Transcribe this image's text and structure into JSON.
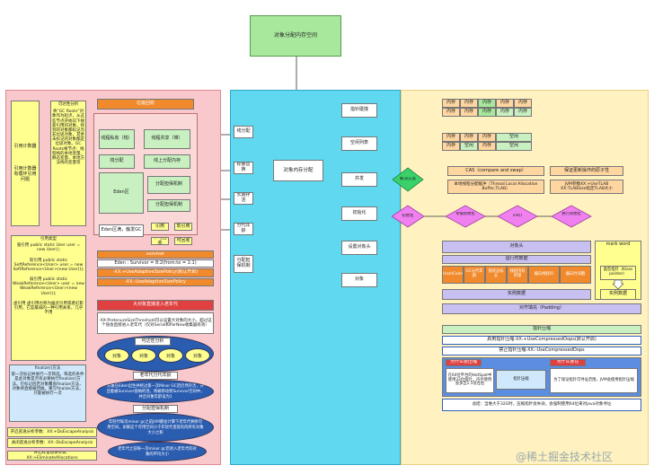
{
  "title": "对象分配内存空间",
  "center": {
    "main": "对象内存分配",
    "items": [
      "线分配",
      "标量替换",
      "长期存活",
      "分代年龄",
      "分配担保机制"
    ]
  },
  "right": {
    "branches": [
      "指针碰撞",
      "空闲列表",
      "并发",
      "初始化",
      "设置对象头",
      "对象"
    ],
    "pointer_cells": [
      "内存",
      "内存",
      "内存",
      "内存",
      "内存",
      "内存",
      "内存",
      "内存",
      "内存",
      "内存"
    ],
    "free_cells": [
      "内存",
      "内存",
      "内存",
      "空闲",
      "内存",
      "空闲",
      "内存",
      "空闲"
    ],
    "concurrency": "解决方案",
    "cas": "CAS（compare and swap）",
    "cas_desc": "保证更新操作的原子性",
    "tlab": "本地线程分配缓冲（Thread Local Allocation Buffer,TLAB）",
    "tlab_desc": "JVM参数XX:+UseTLAB XX:TLABSize指定TLAB大小",
    "init_steps": [
      "初始化",
      "零值初始化",
      "init()",
      "执行初始化"
    ],
    "header_title": "对象头",
    "mark_word": "mark word",
    "header_rows": [
      "运行时数据",
      "HashCode",
      "GC分代年龄",
      "锁状态标志",
      "线程持有的锁",
      "偏向线程ID",
      "偏向时间戳"
    ],
    "class_pointer": "类型指针（Klass pointer）",
    "instance": "实例数据",
    "padding": "对齐填充（Padding）",
    "compress_title": "指针压缩",
    "compress_rows": [
      "启用指针压缩-XX:+UseCompressedOops(默认开启)",
      "禁止指针压缩-XX:-UseCompressedOops"
    ],
    "compress_a": "为什么要压缩",
    "compress_b": "为什么要在",
    "compress_note": "在64位平台的HotSpot中使用32位指针，内存使用会多出1.5倍左右",
    "compress_note2": "为了保证指针可寻址范围，JVM会使用指针压缩",
    "compress_summary": "总结：当堆大于32G时，压缩指针会失效，会强制使用64位来对java对象寻址"
  },
  "left": {
    "header": "垃圾回收",
    "col1_title": "引用计数器",
    "col2_title": "可达性分析",
    "col1_body": "引用计数器有循环引用问题",
    "col2_body": "将“GC Roots”对象作为起点，从这些节点开始向下搜索引用的对象，找到的对象都标记为非垃圾对象，其余未标记的对象都是垃圾对象。GC Roots根节点：线程栈的本地变量、静态变量、本地方法栈的变量等",
    "ref_title": "引用类型",
    "refs": [
      "强引用 public static User user = new User();",
      "软引用 public static SoftReference<User> user = new SoftReference<User>(new User());",
      "弱引用 public static WeakReference<User> user = new WeakReference<User>(new User());",
      "虚引用 虚引用也称为幽灵引用或者幻影引用，它是最弱的一种引用关系，几乎不用"
    ],
    "finalize_title": "finalize()方法",
    "finalize_body": "第一次标记并进行一次筛选。筛选的条件是此对象是否有必要执行finalize()方法。在标记后若对象覆盖finalize方法，对象将直接被回收。重写finalize方法，只能被执行一次",
    "params": [
      "开启逃逸分析参数：XX:+DoEscapeAnalysis",
      "关闭逃逸分析参数：XX:-DoEscapeAnalysis",
      "开启标量替换参数：XX:+EliminateAllocations"
    ],
    "gc_boxes": [
      "线程私有（栈）",
      "线程共享（堆）",
      "栈分配",
      "线上分配内存",
      "Eden区",
      "分配担保机制",
      "Eden区满，触发GC"
    ],
    "gc_small": [
      "引用",
      "软引用",
      "不可回收",
      "可回收"
    ],
    "survivor": "survivor",
    "survivor_rows": [
      "Eden : Survivor = 8:2(from:to = 1:1)",
      "-XX:+UseAdaptiveSizePolicy(默认开启)",
      "-XX:-UseAdaptiveSizePolicy"
    ],
    "old": "大对象直接进入老年代",
    "old_desc": "-XX:PretenureSizeThreshold可以设置大对象的大小，超过这个值会直接进入老年代（仅对Serial和ParNew收集器有效）",
    "gc_roots": "可达性分析",
    "ellipses": [
      "对象",
      "对象",
      "对象",
      "对象"
    ],
    "old_gen": "老年代分代年龄",
    "old_gen_desc": "对象在Eden出生并经过第一次Minor GC后仍然存活，并且能被Survivor容纳的话，将被移动到Survivor空间中，并且对象年龄设为1",
    "dynamic": "分配担保机制",
    "dynamic_desc": "年轻代每次minor gc之前JVM都会计算下老年代剩余可用空间，如果这个可用空间小于年轻代里现有的所有对象大小之和",
    "last_desc": "老年代之前每一次minor gc后进入老年代的对象的平均大小"
  },
  "watermark": "@稀土掘金技术社区"
}
